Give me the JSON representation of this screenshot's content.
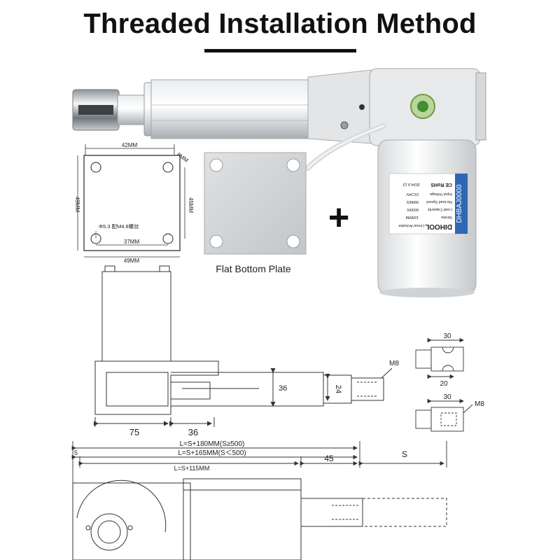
{
  "title": "Threaded Installation Method",
  "plate_dims": {
    "top_spacing": "42MM",
    "corner": "8MM",
    "left_height": "49MM",
    "right_height": "45MM",
    "hole_note": "Φ5.3 配M4.8螺丝",
    "bottom_spacing": "37MM",
    "bottom_width": "49MM"
  },
  "plus_sign": "+",
  "flat_plate_caption": "Flat Bottom Plate",
  "actuator_label": {
    "brand": "DIHOOL",
    "type": "Linear Actuator",
    "rows": [
      "Stroke",
      "Load Capacity",
      "No-load Speed",
      "Input Voltage"
    ],
    "values": [
      "100MM",
      "6000N",
      "5MM/S",
      "DC24V"
    ],
    "model": "DHBAJ0000",
    "cert": "CE RoHS",
    "date": "2024.9.13"
  },
  "side_dims": {
    "d36_height": "36",
    "d24": "24",
    "d75": "75",
    "d36_width": "36",
    "m8": "M8"
  },
  "rod_end_dims": {
    "top_width": "30",
    "bottom_width": "20",
    "second_width": "30",
    "m8": "M8"
  },
  "length_dims": {
    "l_180": "L=S+180MM(S≥500)",
    "l_165": "L=S+165MM(S＜500)",
    "l_115": "L=S+115MM",
    "five": "5",
    "forty_five": "45",
    "stroke": "S"
  }
}
